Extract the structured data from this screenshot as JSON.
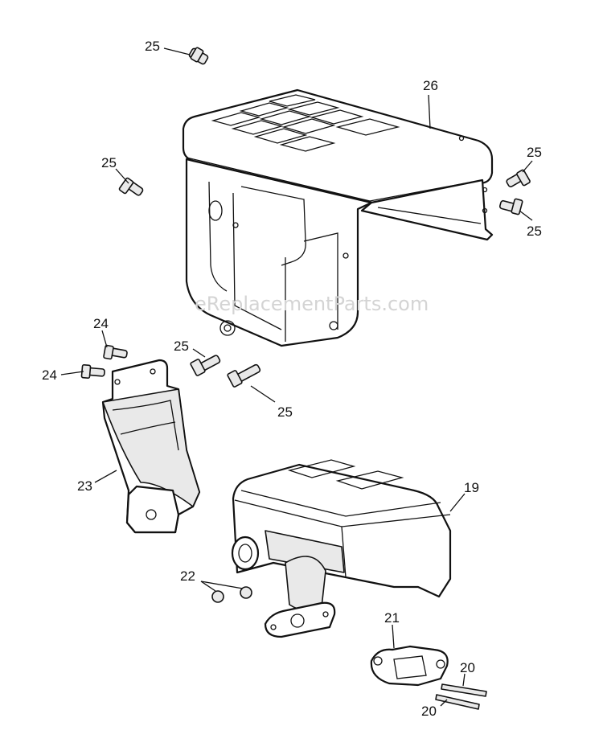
{
  "watermark": "eReplacementParts.com",
  "callouts": {
    "c25a": "25",
    "c26": "26",
    "c25b": "25",
    "c25c": "25",
    "c25d": "25",
    "c24a": "24",
    "c24b": "24",
    "c25e": "25",
    "c25f": "25",
    "c23": "23",
    "c19": "19",
    "c22": "22",
    "c21": "21",
    "c20a": "20",
    "c20b": "20"
  }
}
